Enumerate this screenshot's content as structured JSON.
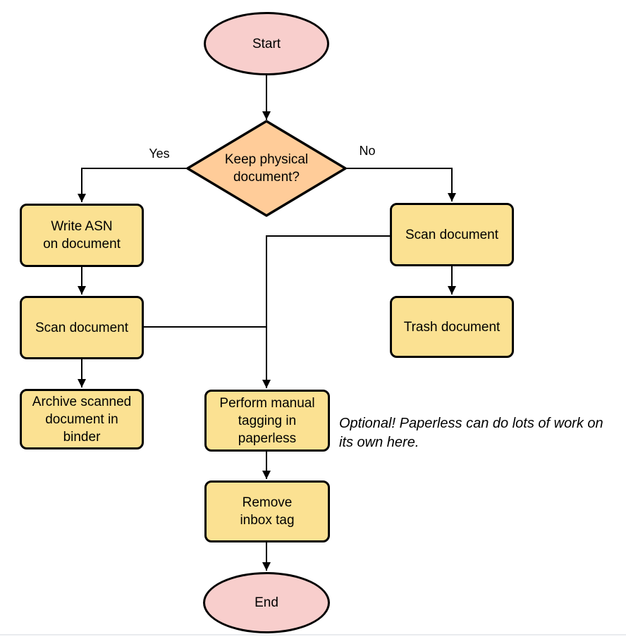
{
  "nodes": {
    "start": {
      "label": "Start",
      "type": "terminal"
    },
    "decision": {
      "label": "Keep physical\ndocument?",
      "type": "decision"
    },
    "write_asn": {
      "label": "Write ASN\non document",
      "type": "process"
    },
    "scan_left": {
      "label": "Scan document",
      "type": "process"
    },
    "archive": {
      "label": "Archive scanned\ndocument in\nbinder",
      "type": "process"
    },
    "scan_right": {
      "label": "Scan document",
      "type": "process"
    },
    "trash": {
      "label": "Trash document",
      "type": "process"
    },
    "perform_tagging": {
      "label": "Perform manual\ntagging in\npaperless",
      "type": "process"
    },
    "remove_inbox": {
      "label": "Remove\ninbox tag",
      "type": "process"
    },
    "end": {
      "label": "End",
      "type": "terminal"
    }
  },
  "edge_labels": {
    "yes": "Yes",
    "no": "No"
  },
  "annotation": {
    "text": "Optional! Paperless can do lots of work on\nits own here."
  },
  "colors": {
    "terminal_fill": "#f8cecc",
    "decision_fill": "#ffcc99",
    "process_fill": "#fbe192",
    "stroke": "#000000",
    "background": "#ffffff",
    "divider": "#e9ebee"
  }
}
